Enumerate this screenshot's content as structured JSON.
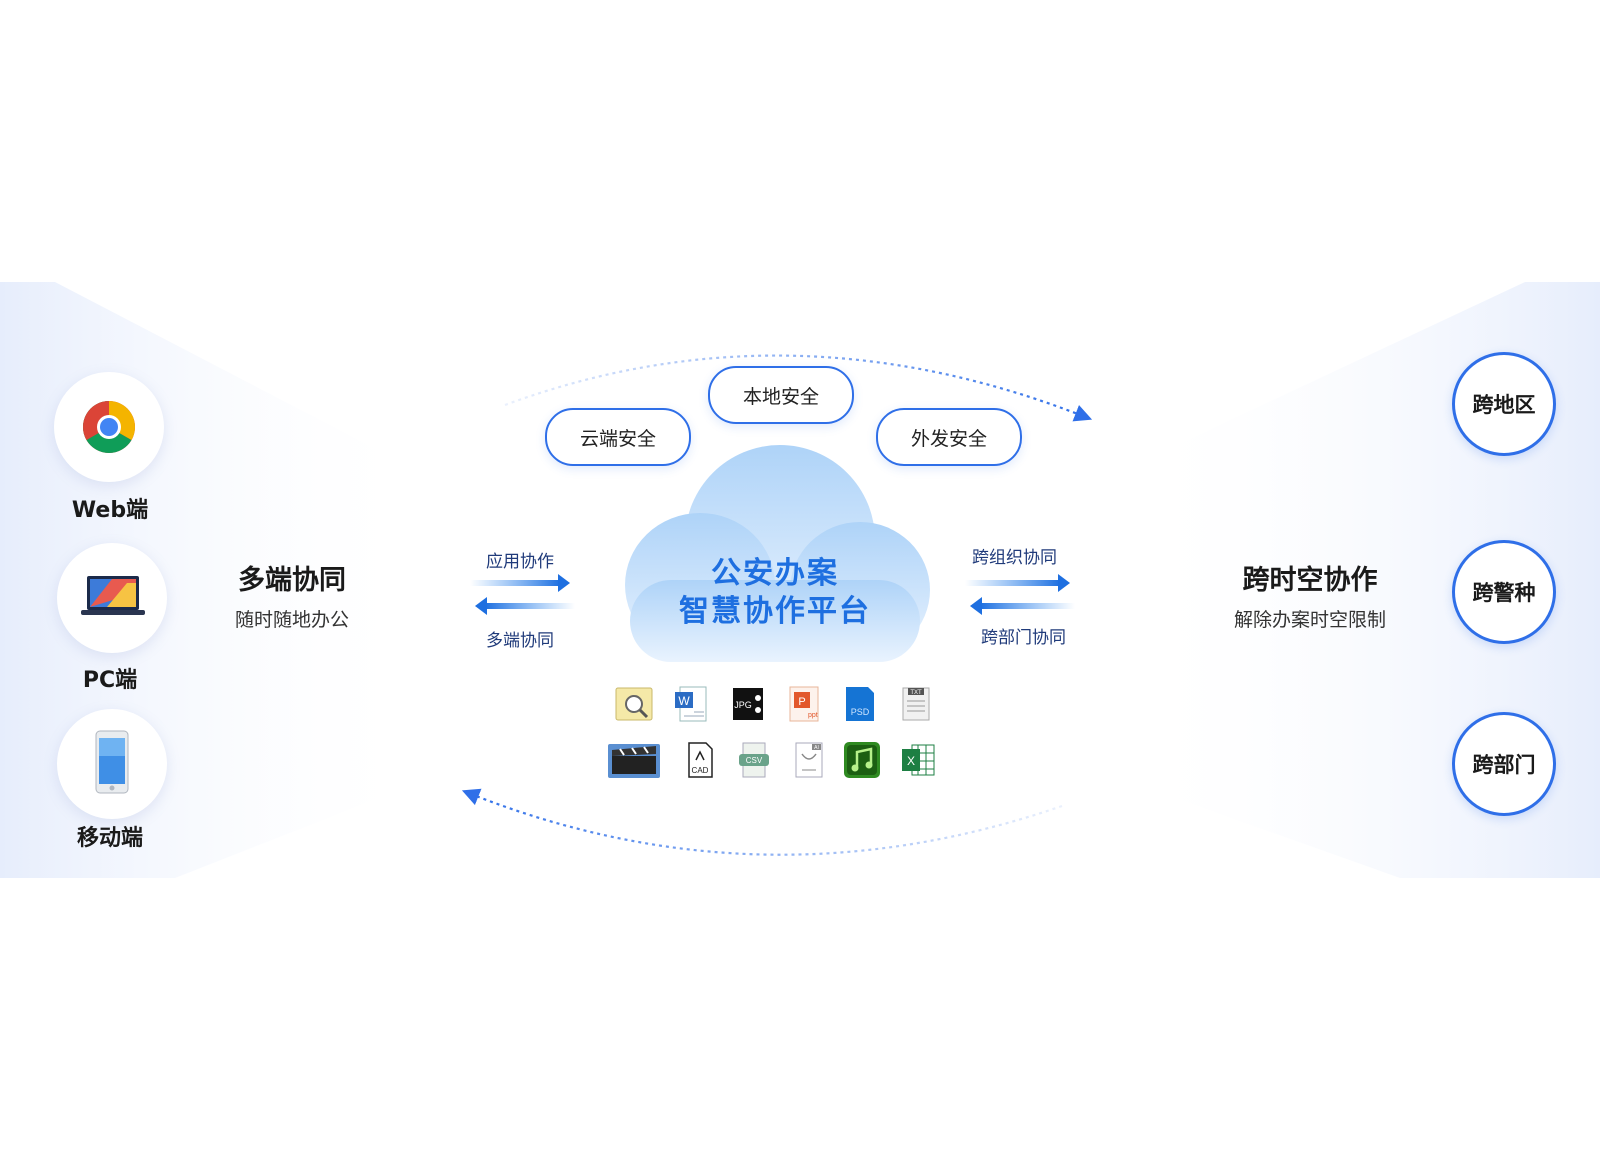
{
  "left": {
    "devices": [
      {
        "label": "Web端",
        "icon": "chrome-icon"
      },
      {
        "label": "PC端",
        "icon": "laptop-icon"
      },
      {
        "label": "移动端",
        "icon": "mobile-phone-icon"
      }
    ],
    "title": "多端协同",
    "subtitle": "随时随地办公"
  },
  "center": {
    "security": [
      "云端安全",
      "本地安全",
      "外发安全"
    ],
    "platform_line1": "公安办案",
    "platform_line2": "智慧协作平台",
    "left_arrows": {
      "top": "应用协作",
      "bottom": "多端协同"
    },
    "right_arrows": {
      "top": "跨组织协同",
      "bottom": "跨部门协同"
    },
    "file_icons": [
      "image-viewer-icon",
      "word-doc-icon",
      "jpg-file-icon",
      "ppt-file-icon",
      "psd-file-icon",
      "txt-file-icon",
      "video-clapper-icon",
      "cad-file-icon",
      "csv-file-icon",
      "ai-file-icon",
      "music-file-icon",
      "excel-file-icon"
    ]
  },
  "right": {
    "title": "跨时空协作",
    "subtitle": "解除办案时空限制",
    "circles": [
      "跨地区",
      "跨警种",
      "跨部门"
    ]
  },
  "colors": {
    "accent": "#2f6fe8",
    "platform_text": "#1e6fe0",
    "band": "#eaf0fd"
  }
}
